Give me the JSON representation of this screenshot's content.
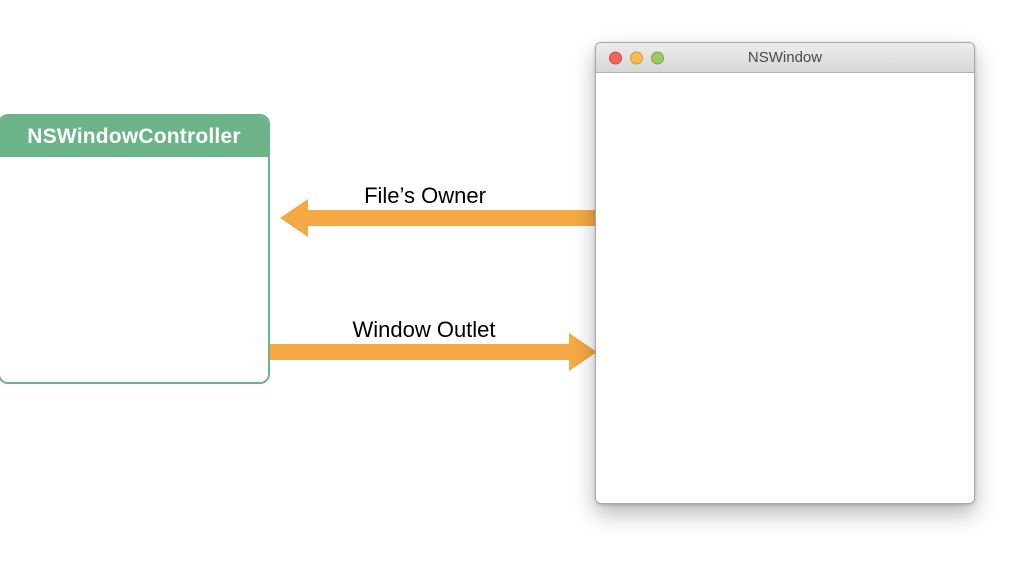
{
  "diagram": {
    "controller": {
      "title": "NSWindowController"
    },
    "window": {
      "title": "NSWindow"
    },
    "arrows": {
      "files_owner": {
        "label": "File’s Owner",
        "direction": "left"
      },
      "window_outlet": {
        "label": "Window Outlet",
        "direction": "right"
      }
    },
    "colors": {
      "green": "#6cb389",
      "orange": "#f5a843",
      "titlebar_text": "#4a4a4a",
      "traffic_red": "#f4645c",
      "traffic_yellow": "#f7be4f",
      "traffic_green": "#9dc862"
    }
  }
}
